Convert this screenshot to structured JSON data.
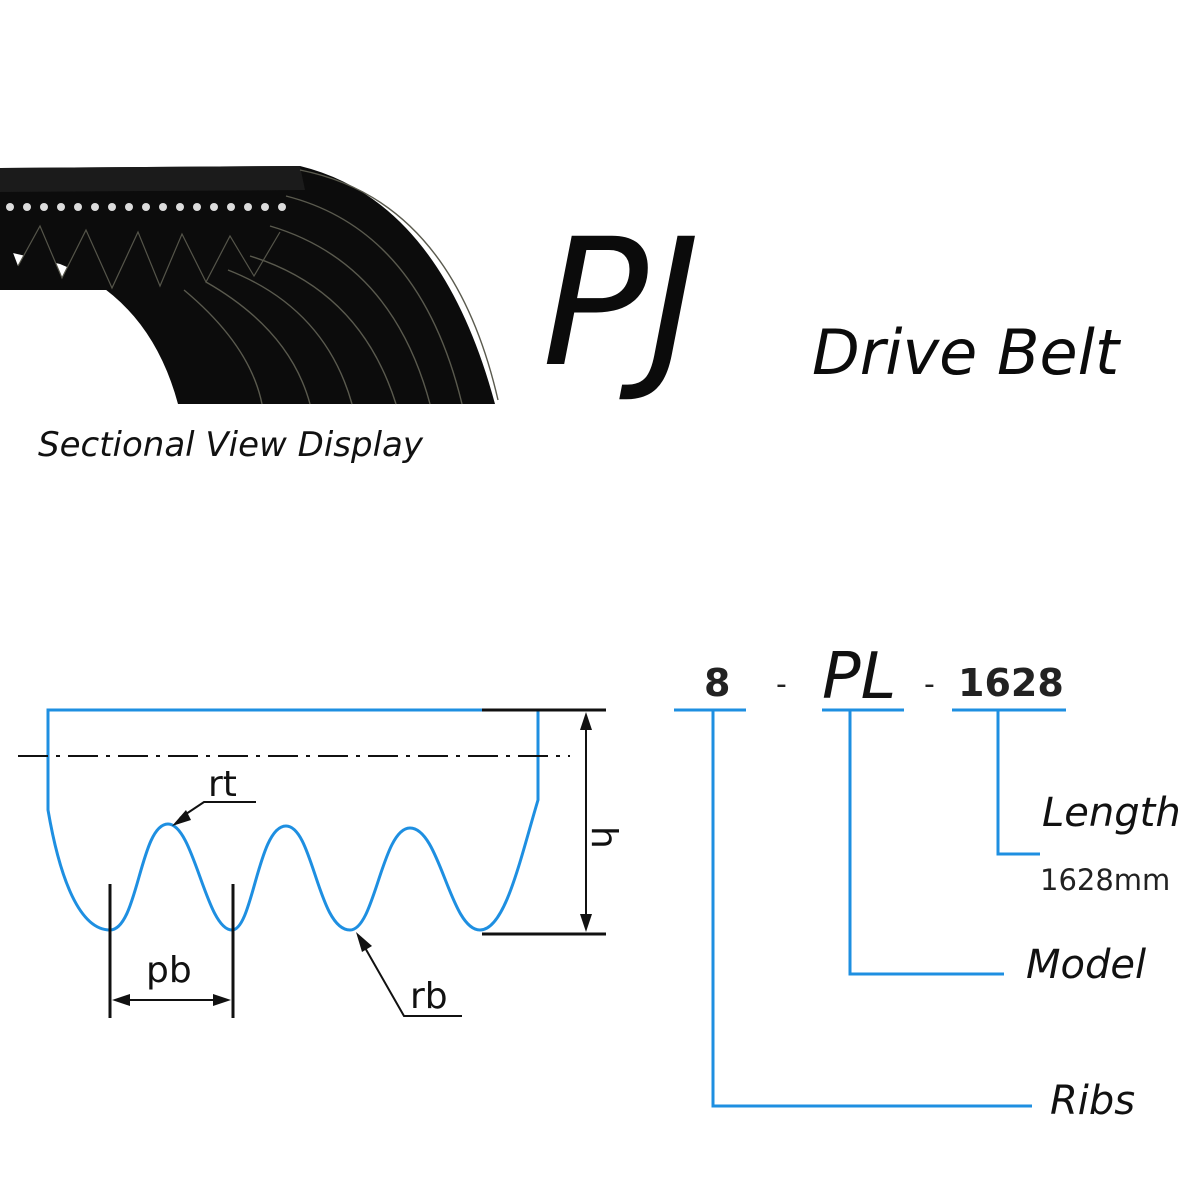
{
  "header": {
    "title_big": "PJ",
    "title_suffix": "Drive Belt",
    "caption": "Sectional View Display"
  },
  "profile": {
    "label_rt": "rt",
    "label_h": "h",
    "label_pb": "pb",
    "label_rb": "rb"
  },
  "code": {
    "ribs_value": "8",
    "separator": "-",
    "model_value": "PL",
    "length_value": "1628",
    "length_label": "Length",
    "length_detail": "1628mm",
    "model_label": "Model",
    "ribs_label": "Ribs"
  },
  "colors": {
    "accent": "#1e8fe1",
    "ink": "#111111",
    "belt": "#0c0c0c"
  }
}
